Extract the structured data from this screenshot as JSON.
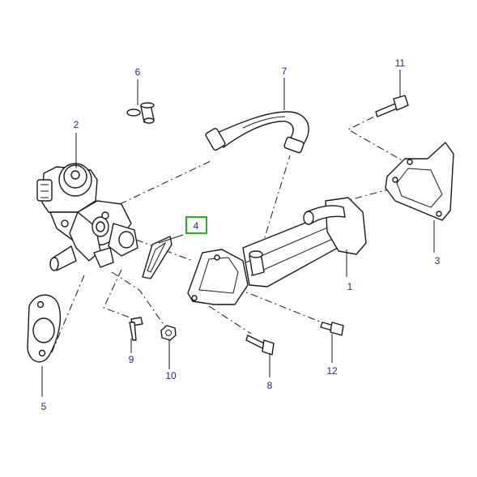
{
  "callouts": {
    "c1": "1",
    "c2": "2",
    "c3": "3",
    "c4": "4",
    "c5": "5",
    "c6": "6",
    "c7": "7",
    "c8": "8",
    "c9": "9",
    "c10": "10",
    "c11": "11",
    "c12": "12"
  },
  "highlight": {
    "callout": "4",
    "color": "#22b21e"
  },
  "label_color": "#1e2a8a"
}
